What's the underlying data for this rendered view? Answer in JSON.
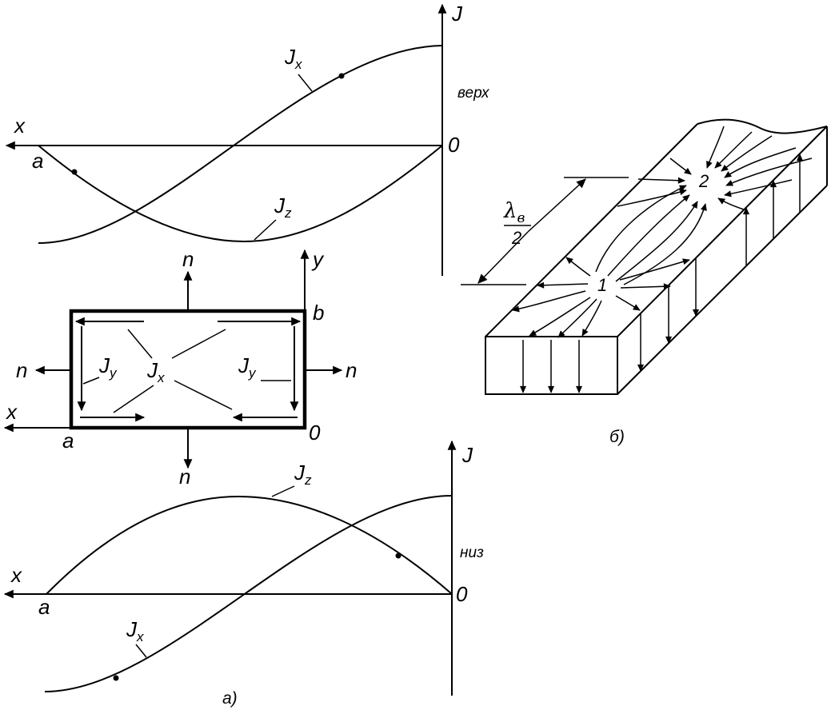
{
  "top_plot": {
    "axis_x": "x",
    "axis_j": "J",
    "label_a": "a",
    "label_zero": "0",
    "side_word": "верх",
    "curve_jx": {
      "main": "J",
      "sub": "x"
    },
    "curve_jz": {
      "main": "J",
      "sub": "z"
    }
  },
  "cross_section": {
    "axis_x": "x",
    "axis_y": "y",
    "label_a": "a",
    "label_b": "b",
    "label_zero": "0",
    "normal": "n",
    "current_x": {
      "main": "J",
      "sub": "x"
    },
    "current_y": {
      "main": "J",
      "sub": "y"
    }
  },
  "bottom_plot": {
    "axis_x": "x",
    "axis_j": "J",
    "label_a": "a",
    "label_zero": "0",
    "side_word": "низ",
    "curve_jx": {
      "main": "J",
      "sub": "x"
    },
    "curve_jz": {
      "main": "J",
      "sub": "z"
    }
  },
  "waveguide": {
    "lambda": "λ",
    "lambda_sub": "в",
    "denominator": "2",
    "point_1": "1",
    "point_2": "2"
  },
  "captions": {
    "a": "а)",
    "b": "б)"
  }
}
